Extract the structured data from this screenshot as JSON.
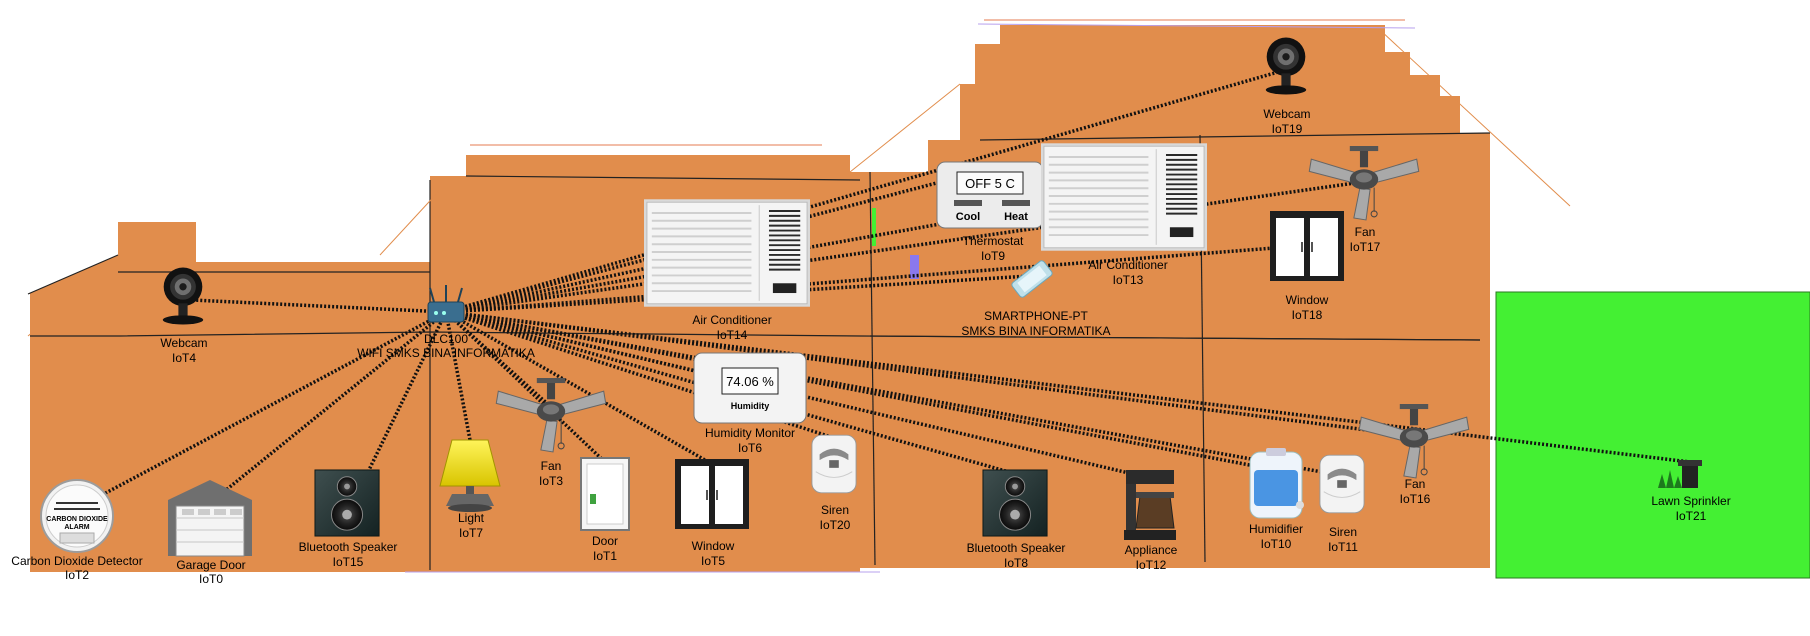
{
  "colors": {
    "house": "#E18D4C",
    "lawn": "#44F033",
    "link": "#111111",
    "outline": "#222222"
  },
  "hub": {
    "name": "DLC100",
    "subtitle": "WIFI SMKS BINA INFORMATIKA",
    "icon": "wifi-router-icon"
  },
  "smartphone": {
    "name": "SMARTPHONE-PT",
    "subtitle": "SMKS BINA INFORMATIKA",
    "icon": "smartphone-icon"
  },
  "thermostat_display": {
    "readout": "OFF  5 C",
    "cool_label": "Cool",
    "heat_label": "Heat"
  },
  "humidity_display": {
    "readout": "74.06 %",
    "caption": "Humidity"
  },
  "devices": [
    {
      "id": "co2",
      "name": "Carbon Dioxide Detector",
      "tag": "IoT2",
      "icon": "co2-detector-icon"
    },
    {
      "id": "garage",
      "name": "Garage Door",
      "tag": "IoT0",
      "icon": "garage-door-icon"
    },
    {
      "id": "spk15",
      "name": "Bluetooth Speaker",
      "tag": "IoT15",
      "icon": "speaker-icon"
    },
    {
      "id": "light",
      "name": "Light",
      "tag": "IoT7",
      "icon": "lamp-icon"
    },
    {
      "id": "fan3",
      "name": "Fan",
      "tag": "IoT3",
      "icon": "ceiling-fan-icon"
    },
    {
      "id": "door",
      "name": "Door",
      "tag": "IoT1",
      "icon": "door-icon"
    },
    {
      "id": "win5",
      "name": "Window",
      "tag": "IoT5",
      "icon": "window-icon"
    },
    {
      "id": "hum6",
      "name": "Humidity Monitor",
      "tag": "IoT6",
      "icon": "humidity-monitor-icon"
    },
    {
      "id": "siren20",
      "name": "Siren",
      "tag": "IoT20",
      "icon": "siren-icon"
    },
    {
      "id": "ac14",
      "name": "Air Conditioner",
      "tag": "IoT14",
      "icon": "air-conditioner-icon"
    },
    {
      "id": "cam4",
      "name": "Webcam",
      "tag": "IoT4",
      "icon": "webcam-icon"
    },
    {
      "id": "thermo",
      "name": "Thermostat",
      "tag": "IoT9",
      "icon": "thermostat-icon"
    },
    {
      "id": "ac13",
      "name": "Air Conditioner",
      "tag": "IoT13",
      "icon": "air-conditioner-icon"
    },
    {
      "id": "cam19",
      "name": "Webcam",
      "tag": "IoT19",
      "icon": "webcam-icon"
    },
    {
      "id": "fan17",
      "name": "Fan",
      "tag": "IoT17",
      "icon": "ceiling-fan-icon"
    },
    {
      "id": "win18",
      "name": "Window",
      "tag": "IoT18",
      "icon": "window-icon"
    },
    {
      "id": "spk8",
      "name": "Bluetooth Speaker",
      "tag": "IoT8",
      "icon": "speaker-icon"
    },
    {
      "id": "app12",
      "name": "Appliance",
      "tag": "IoT12",
      "icon": "coffee-maker-icon"
    },
    {
      "id": "humid10",
      "name": "Humidifier",
      "tag": "IoT10",
      "icon": "humidifier-icon"
    },
    {
      "id": "siren11",
      "name": "Siren",
      "tag": "IoT11",
      "icon": "siren-icon"
    },
    {
      "id": "fan16",
      "name": "Fan",
      "tag": "IoT16",
      "icon": "ceiling-fan-icon"
    },
    {
      "id": "sprinkler",
      "name": "Lawn Sprinkler",
      "tag": "IoT21",
      "icon": "lawn-sprinkler-icon"
    }
  ]
}
